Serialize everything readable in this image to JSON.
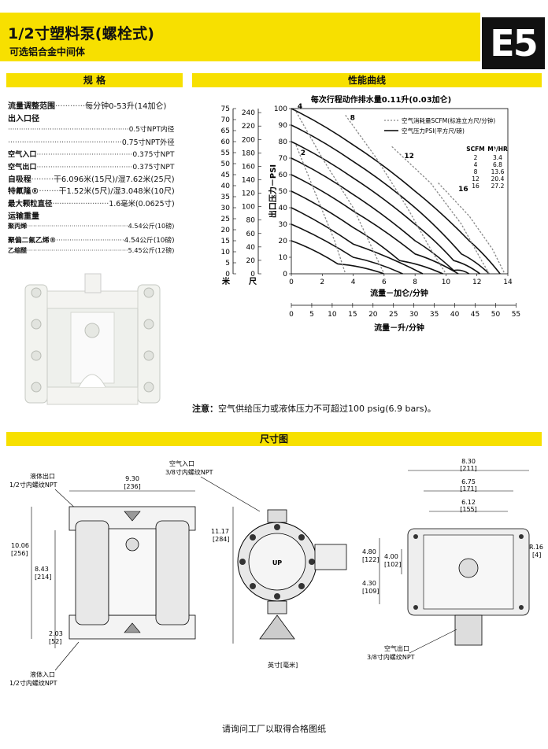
{
  "header": {
    "title": "1/2寸塑料泵(螺栓式)",
    "subtitle": "可选铝合金中间体",
    "badge": "E5"
  },
  "specs": {
    "heading": "规    格",
    "rows": [
      {
        "label": "流量调整范围",
        "dots": "············",
        "value": "每分钟0-53升(14加仑)"
      },
      {
        "label": "出入口径",
        "dots": "",
        "value": ""
      },
      {
        "label": "",
        "dots": "·······················································",
        "value": "0.5寸NPT内径"
      },
      {
        "label": "",
        "dots": "·················································",
        "value": "0.75寸NPT外径"
      },
      {
        "label": "空气入口",
        "dots": "··········································",
        "value": "0.375寸NPT"
      },
      {
        "label": "空气出口",
        "dots": "··········································",
        "value": "0.375寸NPT"
      },
      {
        "label": "自吸程",
        "dots": "·········",
        "value": "干6.096米(15尺)/湿7.62米(25尺)"
      },
      {
        "label": "特氟隆®",
        "dots": "········",
        "value": "干1.52米(5尺)/湿3.048米(10尺)"
      },
      {
        "label": "最大颗粒直径",
        "dots": "························",
        "value": "1.6毫米(0.0625寸)"
      },
      {
        "label": "运输重量",
        "dots": "",
        "value": ""
      },
      {
        "label": "聚丙烯",
        "dots": "··················································",
        "value": "4.54公斤(10磅)"
      },
      {
        "label": "聚偏二氟乙烯®",
        "dots": "·······························",
        "value": "4.54公斤(10磅)"
      },
      {
        "label": "乙缩醛",
        "dots": "··················································",
        "value": "5.45公斤(12磅)"
      }
    ]
  },
  "performance": {
    "heading": "性能曲线",
    "subtitle": "每次行程动作排水量0.11升(0.03加仑)",
    "legend": {
      "air": "空气消耗量SCFM(标准立方尺/分钟)",
      "pressure": "空气压力PSI(平方尺/磅)"
    },
    "conv_table": {
      "col1": "SCFM",
      "col2": "M³/HR",
      "rows": [
        [
          "2",
          "3.4"
        ],
        [
          "4",
          "6.8"
        ],
        [
          "8",
          "13.6"
        ],
        [
          "12",
          "20.4"
        ],
        [
          "16",
          "27.2"
        ]
      ]
    },
    "left_axis": {
      "unit_m": "米",
      "unit_ft": "尺",
      "m_ticks": [
        "0",
        "5",
        "10",
        "15",
        "20",
        "25",
        "30",
        "35",
        "40",
        "45",
        "50",
        "55",
        "60",
        "65",
        "70",
        "75"
      ],
      "ft_ticks": [
        "0",
        "20",
        "40",
        "60",
        "80",
        "100",
        "120",
        "140",
        "160",
        "180",
        "200",
        "220",
        "240"
      ],
      "psi_label": "出口压力－PSI",
      "psi_ticks": [
        "0",
        "10",
        "20",
        "30",
        "40",
        "50",
        "60",
        "70",
        "80",
        "90",
        "100"
      ]
    },
    "gpm_axis": {
      "label": "流量－加仑/分钟",
      "ticks": [
        "0",
        "2",
        "4",
        "6",
        "8",
        "10",
        "12",
        "14"
      ]
    },
    "lpm_axis": {
      "label": "流量－升/分钟",
      "ticks": [
        "0",
        "5",
        "10",
        "15",
        "20",
        "25",
        "30",
        "35",
        "40",
        "45",
        "50",
        "55"
      ]
    },
    "curve_labels": [
      "2",
      "4",
      "8",
      "12",
      "16"
    ]
  },
  "chart_data": {
    "type": "line",
    "title": "每次行程动作排水量0.11升(0.03加仑)",
    "xlabel": "流量－加仑/分钟",
    "ylabel": "出口压力－PSI",
    "xlim": [
      0,
      14
    ],
    "ylim": [
      0,
      100
    ],
    "grid": false,
    "legend_position": "top-right",
    "series": [
      {
        "values": [
          [
            0,
            100
          ],
          [
            4,
            78
          ],
          [
            8,
            50
          ],
          [
            11.5,
            20
          ],
          [
            13.5,
            0
          ]
        ],
        "style": "solid"
      },
      {
        "values": [
          [
            0,
            90
          ],
          [
            4,
            68
          ],
          [
            8,
            40
          ],
          [
            11,
            12
          ],
          [
            12.8,
            0
          ]
        ],
        "style": "solid"
      },
      {
        "values": [
          [
            0,
            80
          ],
          [
            4,
            58
          ],
          [
            8,
            30
          ],
          [
            10.5,
            8
          ],
          [
            12.2,
            0
          ]
        ],
        "style": "solid"
      },
      {
        "values": [
          [
            0,
            70
          ],
          [
            4,
            48
          ],
          [
            8,
            20
          ],
          [
            10.5,
            2
          ],
          [
            11.5,
            0
          ]
        ],
        "style": "solid"
      },
      {
        "values": [
          [
            0,
            60
          ],
          [
            4,
            38
          ],
          [
            8,
            12
          ],
          [
            10.8,
            0
          ]
        ],
        "style": "solid"
      },
      {
        "values": [
          [
            0,
            50
          ],
          [
            4,
            28
          ],
          [
            7,
            8
          ],
          [
            9.8,
            0
          ]
        ],
        "style": "solid"
      },
      {
        "values": [
          [
            0,
            40
          ],
          [
            4,
            18
          ],
          [
            8.5,
            0
          ]
        ],
        "style": "solid"
      },
      {
        "values": [
          [
            0,
            30
          ],
          [
            4,
            10
          ],
          [
            7.2,
            0
          ]
        ],
        "style": "solid"
      },
      {
        "values": [
          [
            0,
            20
          ],
          [
            3,
            6
          ],
          [
            6,
            0
          ]
        ],
        "style": "solid"
      },
      {
        "name": "2",
        "values": [
          [
            0.3,
            78
          ],
          [
            1.5,
            50
          ],
          [
            2.8,
            20
          ],
          [
            3.5,
            0
          ]
        ],
        "style": "dashed"
      },
      {
        "name": "4",
        "values": [
          [
            0.2,
            100
          ],
          [
            2,
            70
          ],
          [
            4,
            40
          ],
          [
            5.5,
            10
          ],
          [
            6,
            0
          ]
        ],
        "style": "dashed"
      },
      {
        "name": "8",
        "values": [
          [
            3.5,
            96
          ],
          [
            5.5,
            70
          ],
          [
            7.5,
            40
          ],
          [
            9,
            15
          ],
          [
            10,
            0
          ]
        ],
        "style": "dashed"
      },
      {
        "name": "12",
        "values": [
          [
            6.5,
            77
          ],
          [
            9,
            55
          ],
          [
            11,
            30
          ],
          [
            12.3,
            8
          ],
          [
            12.8,
            0
          ]
        ],
        "style": "dashed"
      },
      {
        "name": "16",
        "values": [
          [
            9.5,
            55
          ],
          [
            11.5,
            35
          ],
          [
            13,
            15
          ],
          [
            13.8,
            0
          ]
        ],
        "style": "dashed"
      }
    ]
  },
  "note": {
    "label": "注意：",
    "text": "空气供给压力或液体压力不可超过100 psig(6.9 bars)。"
  },
  "dimensions": {
    "heading": "尺寸图",
    "front": {
      "outlet": "液体出口",
      "outlet_thread": "1/2寸内螺纹NPT",
      "inlet": "液体入口",
      "inlet_thread": "1/2寸内螺纹NPT",
      "width": "9.30",
      "width_mm": "[236]",
      "h1": "10.06",
      "h1_mm": "[256]",
      "h2": "8.43",
      "h2_mm": "[214]",
      "h3": "2.03",
      "h3_mm": "[52]"
    },
    "side": {
      "air_in": "空气入口",
      "air_in_thread": "3/8寸内螺纹NPT",
      "height": "11.17",
      "height_mm": "[284]",
      "unit_note": "英寸[毫米]",
      "up": "UP"
    },
    "bottom": {
      "w1": "8.30",
      "w1_mm": "[211]",
      "w2": "6.75",
      "w2_mm": "[171]",
      "w3": "6.12",
      "w3_mm": "[155]",
      "r": "R.16",
      "r_mm": "[4]",
      "d1": "4.80",
      "d1_mm": "[122]",
      "d2": "4.00",
      "d2_mm": "[102]",
      "d3": "4.30",
      "d3_mm": "[109]",
      "air_out": "空气出口",
      "air_out_thread": "3/8寸内螺纹NPT"
    }
  },
  "footer": "请询问工厂以取得合格图纸"
}
